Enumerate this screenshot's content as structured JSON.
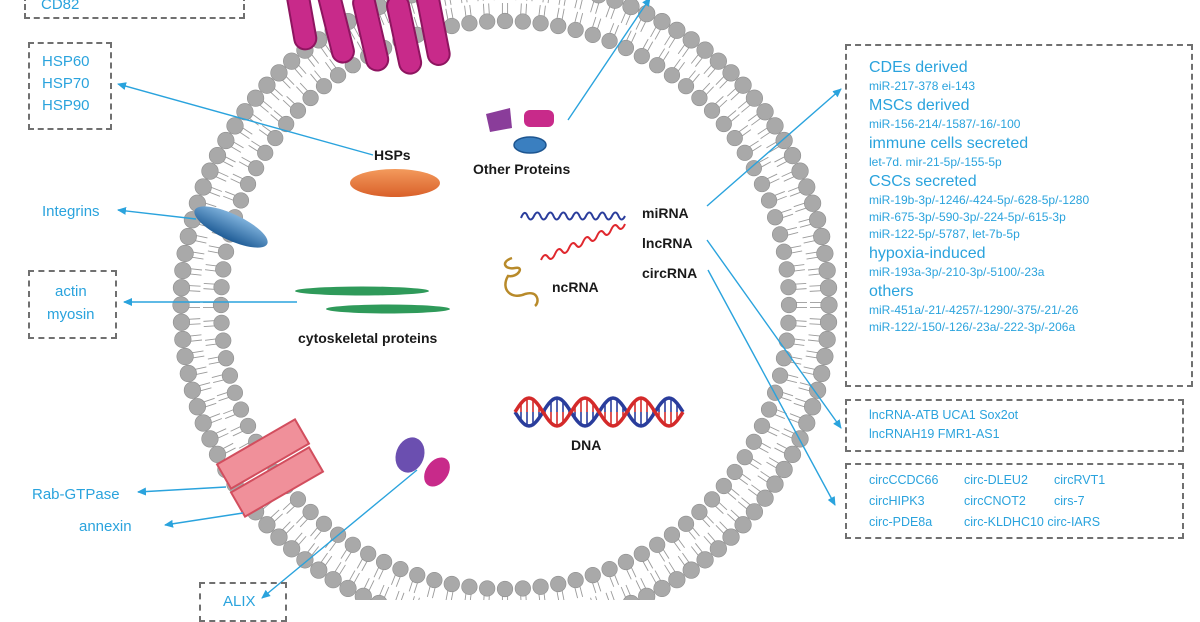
{
  "left_labels": {
    "cd82": "CD82",
    "hsp": [
      "HSP60",
      "HSP70",
      "HSP90"
    ],
    "integrins": "Integrins",
    "actin": "actin",
    "myosin": "myosin",
    "rab_gtpase": "Rab-GTPase",
    "annexin": "annexin",
    "alix": "ALIX"
  },
  "center_labels": {
    "hsps": "HSPs",
    "other_proteins": "Other Proteins",
    "mirna": "miRNA",
    "lncrna": "lncRNA",
    "circrna": "circRNA",
    "ncrna": "ncRNA",
    "cytoskeletal": "cytoskeletal proteins",
    "dna": "DNA"
  },
  "mirna_box": [
    {
      "heading": "CDEs derived",
      "lines": [
        "miR-217-378 ei-143"
      ]
    },
    {
      "heading": "MSCs derived",
      "lines": [
        "miR-156-214/-1587/-16/-100"
      ]
    },
    {
      "heading": "immune cells secreted",
      "lines": [
        "let-7d. mir-21-5p/-155-5p"
      ]
    },
    {
      "heading": "CSCs secreted",
      "lines": [
        "miR-19b-3p/-1246/-424-5p/-628-5p/-1280",
        "miR-675-3p/-590-3p/-224-5p/-615-3p",
        "miR-122-5p/-5787, let-7b-5p"
      ]
    },
    {
      "heading": "hypoxia-induced",
      "lines": [
        "miR-193a-3p/-210-3p/-5100/-23a"
      ]
    },
    {
      "heading": "others",
      "lines": [
        "miR-451a/-21/-4257/-1290/-375/-21/-26",
        "miR-122/-150/-126/-23a/-222-3p/-206a"
      ]
    }
  ],
  "lncrna_box": [
    "lncRNA-ATB  UCA1  Sox2ot",
    "lncRNAH19  FMR1-AS1"
  ],
  "circrna_box": [
    [
      "circCCDC66",
      "circ-DLEU2",
      "circRVT1"
    ],
    [
      "circHIPK3",
      "circCNOT2",
      "cirs-7"
    ],
    [
      "circ-PDE8a",
      "circ-KLDHC10 circ-IARS"
    ]
  ],
  "colors": {
    "accent": "#2aa3dd",
    "lipid_head": "#a9a9a9",
    "hsp_protein": "#e8763a",
    "integrin": "#2b6da6",
    "cytoskeleton": "#2f9a5a",
    "rab": "#f0909a",
    "receptor": "#c82a8a",
    "ncrna_strand": "#b88a2a"
  }
}
